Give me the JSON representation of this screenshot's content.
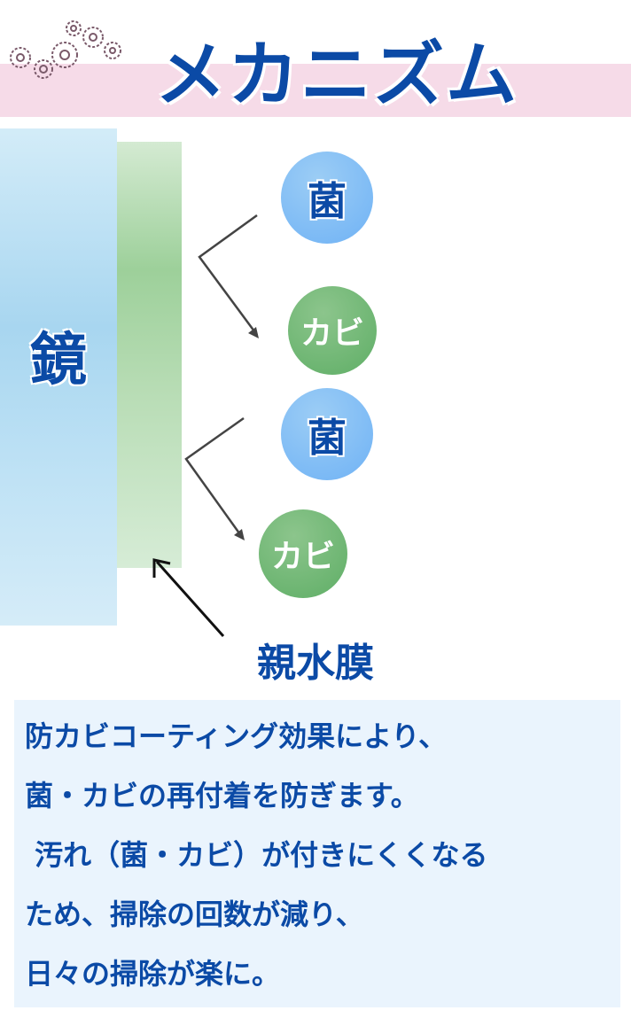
{
  "title": "メカニズム",
  "diagram": {
    "mirror_label": "鏡",
    "film_label": "親水膜",
    "particles": [
      {
        "label": "菌",
        "type": "germ"
      },
      {
        "label": "カビ",
        "type": "mold"
      },
      {
        "label": "菌",
        "type": "germ"
      },
      {
        "label": "カビ",
        "type": "mold"
      }
    ]
  },
  "description": {
    "lines": [
      "防カビコーティング効果により、",
      "菌・カビの再付着を防ぎます。",
      " 汚れ（菌・カビ）が付きにくくなる",
      "ため、掃除の回数が減り、",
      "日々の掃除が楽に。"
    ]
  },
  "colors": {
    "accent": "#0b4aa6",
    "band": "#f6dbe8",
    "germ": "#7ab8f5",
    "mold": "#66b06c"
  }
}
